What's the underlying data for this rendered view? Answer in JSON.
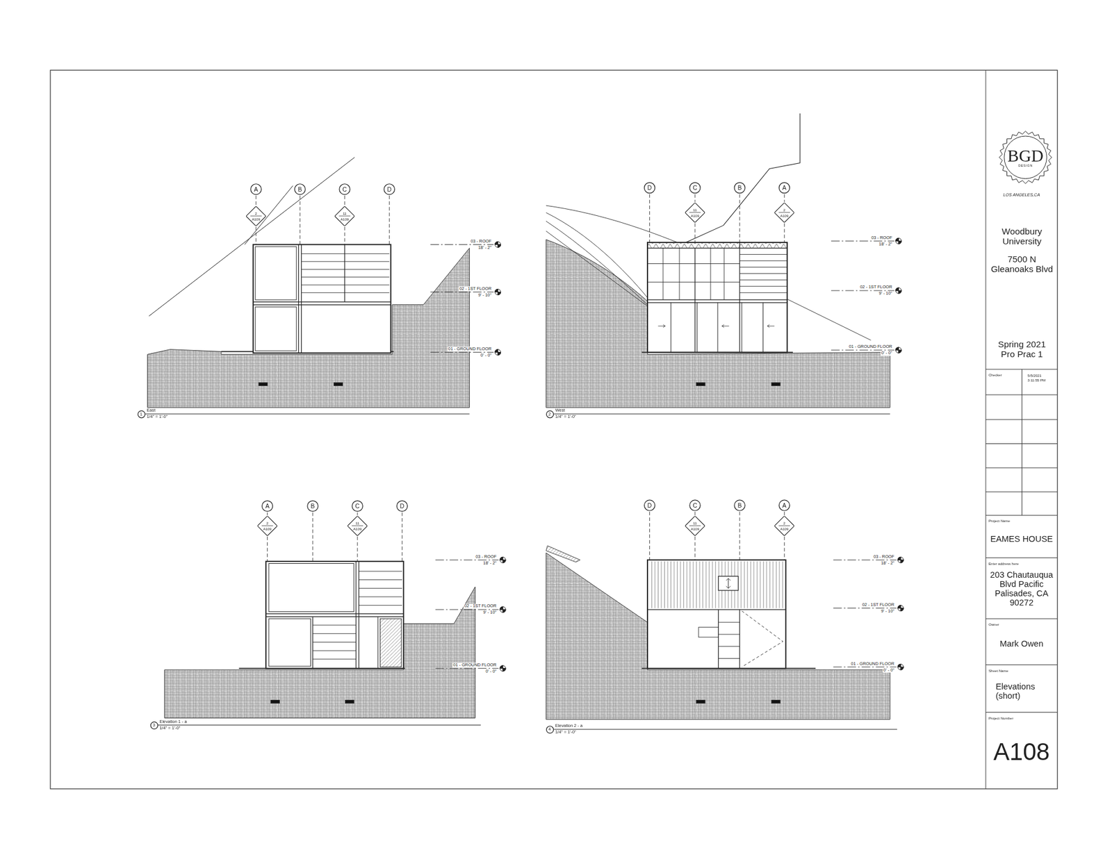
{
  "diagram": {
    "nodes": [
      {
        "text": [
          "A"
        ]
      },
      {
        "text": [
          "B"
        ]
      },
      {
        "text": [
          "C"
        ]
      },
      {
        "text": [
          "D"
        ]
      },
      {
        "text": [
          "2",
          "A109"
        ]
      },
      {
        "text": [
          "11",
          "A109"
        ]
      },
      {
        "text": [
          "1"
        ]
      },
      {
        "text": [
          "D"
        ]
      },
      {
        "text": [
          "C"
        ]
      },
      {
        "text": [
          "B"
        ]
      },
      {
        "text": [
          "A"
        ]
      },
      {
        "text": [
          "11",
          "A109"
        ]
      },
      {
        "text": [
          "2",
          "A109"
        ]
      },
      {
        "text": [
          "2"
        ]
      },
      {
        "text": [
          "A"
        ]
      },
      {
        "text": [
          "B"
        ]
      },
      {
        "text": [
          "C"
        ]
      },
      {
        "text": [
          "D"
        ]
      },
      {
        "text": [
          "2",
          "A109"
        ]
      },
      {
        "text": [
          "11",
          "A109"
        ]
      },
      {
        "text": [
          "3"
        ]
      },
      {
        "text": [
          "D"
        ]
      },
      {
        "text": [
          "C"
        ]
      },
      {
        "text": [
          "B"
        ]
      },
      {
        "text": [
          "A"
        ]
      },
      {
        "text": [
          "11",
          "A109"
        ]
      },
      {
        "text": [
          "2",
          "A109"
        ]
      },
      {
        "text": [
          "4"
        ]
      },
      {
        "text": [
          "BGD",
          "DESIGN"
        ]
      },
      {
        "text": [
          "Checker"
        ]
      },
      {
        "text": [
          "5/5/2021 3:11:55 PM"
        ]
      },
      {
        "text": [
          "Project Name",
          "EAMES HOUSE"
        ]
      },
      {
        "text": [
          "Enter address here",
          "203 Chautauqua Blvd Pacific Palisades, CA 90272"
        ]
      },
      {
        "text": [
          "Owner",
          "Mark Owen"
        ]
      },
      {
        "text": [
          "Sheet Name",
          "Elevations (short)"
        ]
      },
      {
        "text": [
          "Project Number",
          "A108"
        ]
      }
    ],
    "labels": [
      "03 - ROOF",
      "18' - 2\"",
      "02 - 1ST FLOOR",
      "9' - 10\"",
      "01 - GROUND FLOOR",
      "0' - 0\"",
      "East",
      "1/4\" = 1'-0\"",
      "03 - ROOF",
      "18' - 2\"",
      "02 - 1ST FLOOR",
      "9' - 10\"",
      "01 - GROUND FLOOR",
      "0' - 0\"",
      "West",
      "1/4\" = 1'-0\"",
      "03 - ROOF",
      "18' - 2\"",
      "02 - 1ST FLOOR",
      "9' - 10\"",
      "01 - GROUND FLOOR",
      "0' - 0\"",
      "Elevation 1 - a",
      "1/4\" = 1'-0\"",
      "03 - ROOF",
      "18' - 2\"",
      "02 - 1ST FLOOR",
      "9' - 10\"",
      "01 - GROUND FLOOR",
      "0' - 0\"",
      "Elevation 2 - a",
      "1/4\" = 1'-0\"",
      "LOS ANGELES,CA",
      "Woodbury University",
      "7500 N Gleanoaks Blvd",
      "Spring 2021 Pro Prac 1"
    ]
  }
}
